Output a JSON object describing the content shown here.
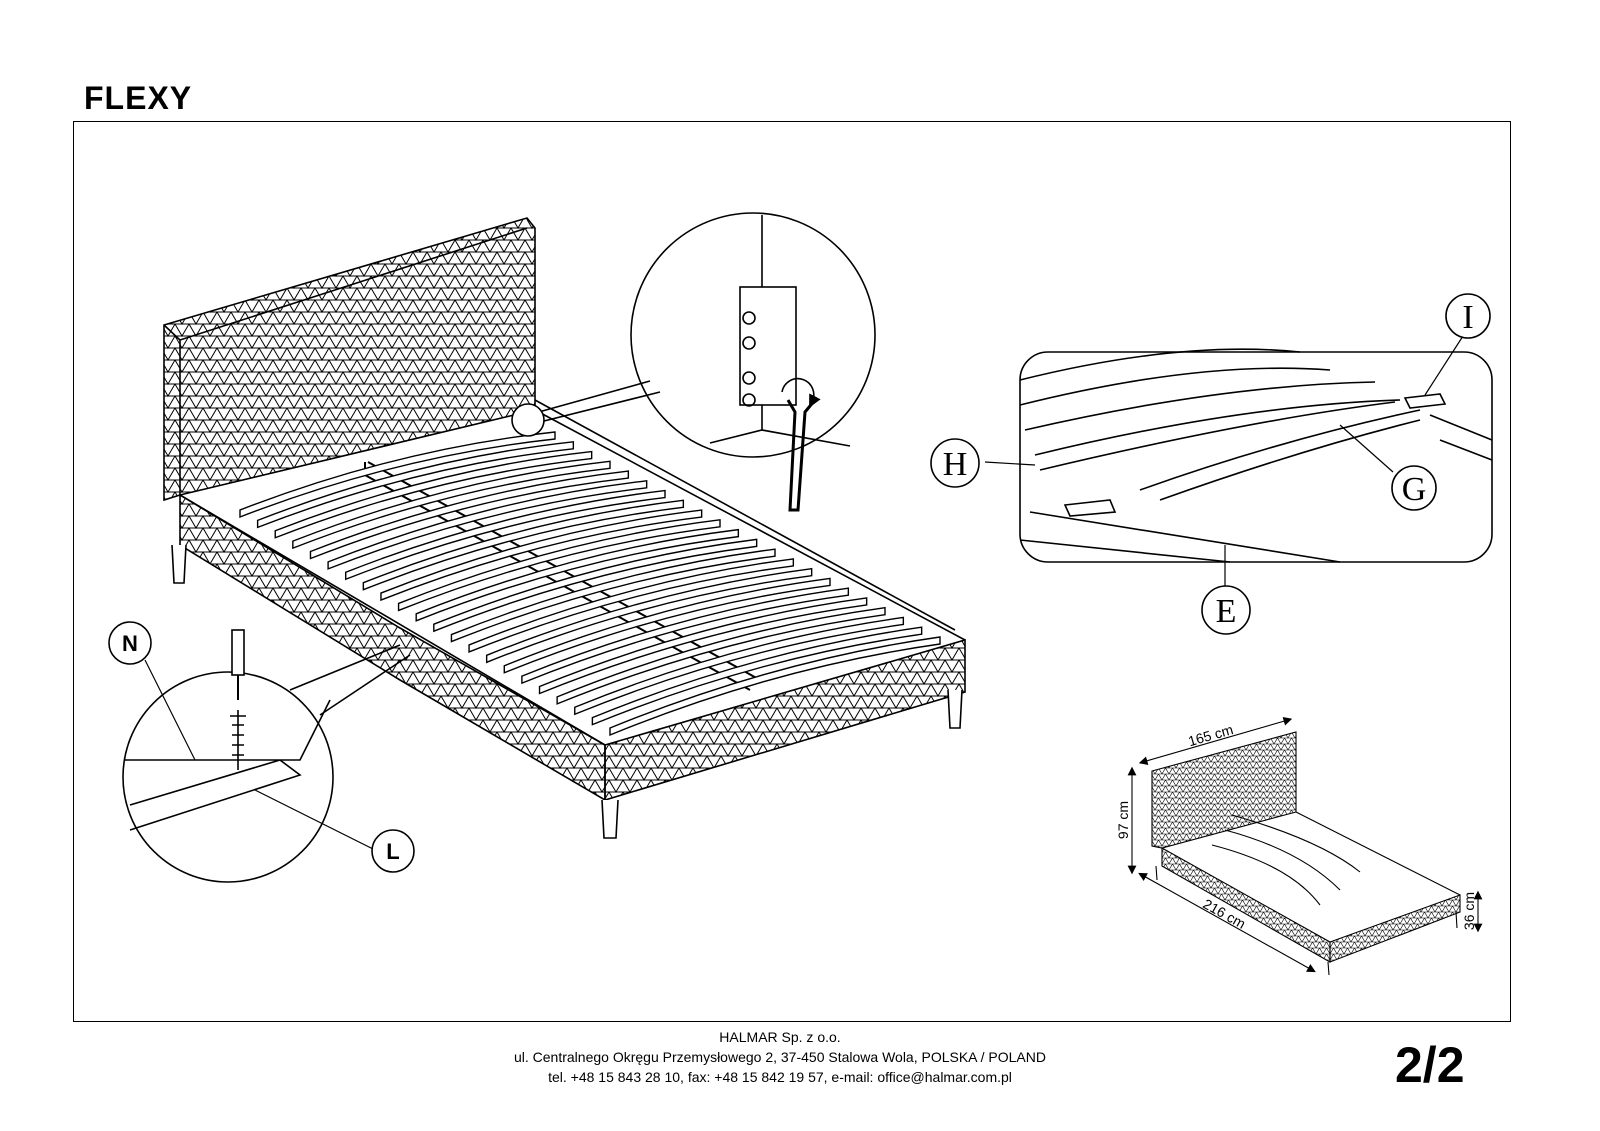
{
  "document": {
    "title": "FLEXY",
    "page_number": "2/2"
  },
  "callouts": {
    "N": "N",
    "L": "L",
    "H": "H",
    "I": "I",
    "G": "G",
    "E": "E"
  },
  "dimensions": {
    "width": "165 cm",
    "height": "97 cm",
    "length": "216 cm",
    "leg_height": "36 cm"
  },
  "footer": {
    "company": "HALMAR Sp. z o.o.",
    "address": "ul. Centralnego Okręgu Przemysłowego 2, 37-450 Stalowa Wola, POLSKA / POLAND",
    "contact": "tel. +48 15 843 28 10, fax: +48 15 842 19 57, e-mail: office@halmar.com.pl"
  },
  "colors": {
    "line": "#000000",
    "background": "#ffffff"
  }
}
